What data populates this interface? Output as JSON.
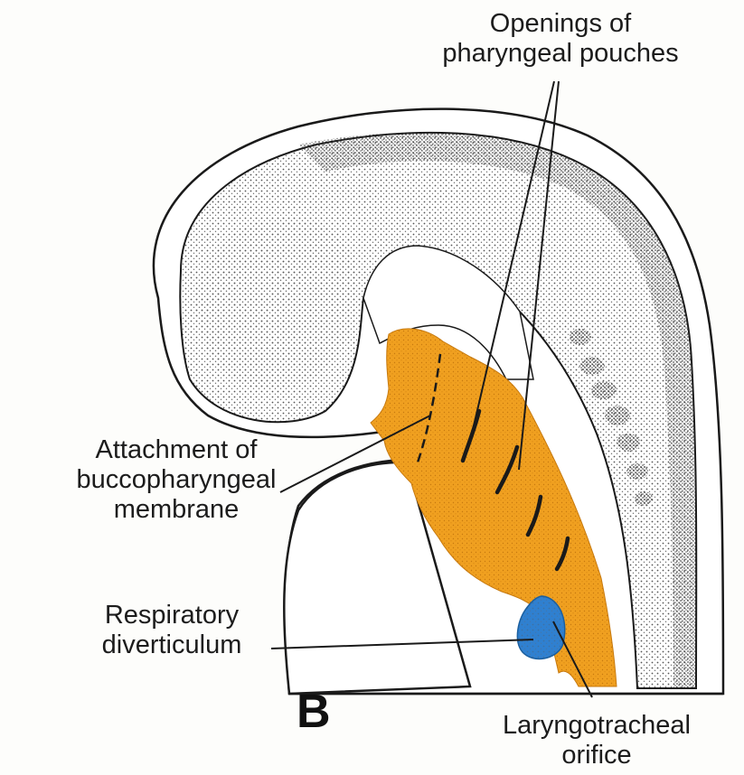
{
  "panel_letter": "B",
  "labels": {
    "openings": [
      "Openings of",
      "pharyngeal pouches"
    ],
    "attachment": [
      "Attachment of",
      "buccopharyngeal",
      "membrane"
    ],
    "respiratory": [
      "Respiratory",
      "diverticulum"
    ],
    "laryngotracheal": [
      "Laryngotracheal",
      "orifice"
    ]
  },
  "colors": {
    "foregut": "#f0a020",
    "diverticulum": "#2f80d0",
    "outline": "#1a1a1a",
    "stipple": "#5a5a5a"
  }
}
